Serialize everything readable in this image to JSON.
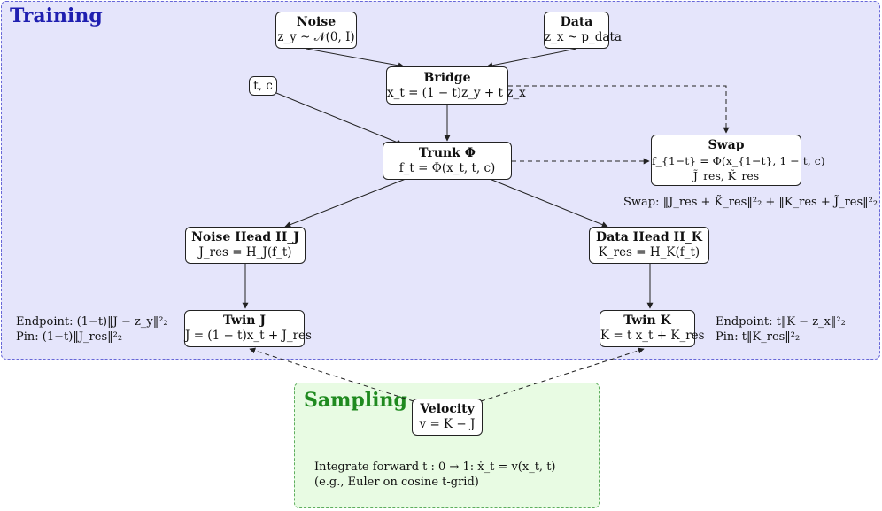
{
  "regions": {
    "training": "Training",
    "sampling": "Sampling"
  },
  "nodes": {
    "noise": {
      "title": "Noise",
      "formula": "z_y ~ 𝒩(0, I)"
    },
    "data": {
      "title": "Data",
      "formula": "z_x ~ p_data"
    },
    "bridge": {
      "title": "Bridge",
      "formula": "x_t = (1 − t)z_y + t z_x"
    },
    "tc": {
      "formula": "t, c"
    },
    "trunk": {
      "title": "Trunk Φ",
      "formula": "f_t = Φ(x_t, t, c)"
    },
    "swap": {
      "title": "Swap",
      "formula": "f_{1−t} = Φ(x_{1−t}, 1 − t, c)",
      "formula2": "J̃_res,  K̃_res"
    },
    "noise_head": {
      "title": "Noise Head H_J",
      "formula": "J_res = H_J(f_t)"
    },
    "data_head": {
      "title": "Data Head H_K",
      "formula": "K_res = H_K(f_t)"
    },
    "twin_j": {
      "title": "Twin J",
      "formula": "J = (1 − t)x_t + J_res"
    },
    "twin_k": {
      "title": "Twin K",
      "formula": "K = t x_t + K_res"
    },
    "velocity": {
      "title": "Velocity",
      "formula": "v = K − J"
    }
  },
  "notes": {
    "swap_loss": "Swap:  ‖J_res + K̃_res‖²₂ + ‖K_res + J̃_res‖²₂",
    "left_endpoint": "Endpoint:  (1−t)‖J − z_y‖²₂",
    "left_pin": "Pin:  (1−t)‖J_res‖²₂",
    "right_endpoint": "Endpoint:  t‖K − z_x‖²₂",
    "right_pin": "Pin:  t‖K_res‖²₂",
    "integrate": "Integrate forward t : 0 → 1:   ẋ_t = v(x_t, t)",
    "euler": "(e.g., Euler on cosine t-grid)"
  }
}
